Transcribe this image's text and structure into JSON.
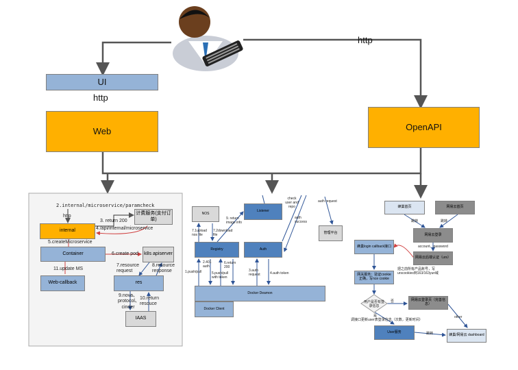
{
  "top": {
    "ui": "UI",
    "http_left": "http",
    "web": "Web",
    "http_right": "http",
    "openapi": "OpenAPI"
  },
  "left": {
    "paramcheck": "2.internal/microservice/paramcheck",
    "http": "http",
    "internal": "internal",
    "billing": "计费服务(支付订单)",
    "return200": "3. return 200",
    "api": "4./api/internal/microservice",
    "create_ms": "5.createMicroservice",
    "container": "Container",
    "create_pod": "6.create pod",
    "k8s": "k8s apiserver",
    "update_ms": "11.update MS",
    "web_callback": "Web-callback",
    "res": "res",
    "res_req": "7.resource request",
    "res_resp": "8.resource response",
    "nova": "9.nova、protocol、cinder",
    "return_res": "10.return resouce",
    "iaas": "IAAS"
  },
  "middle": {
    "nos": "NOS",
    "listener": "Listener",
    "registry": "Registry",
    "auth": "Auth",
    "daemon": "Docker Deamon",
    "client": "Docker Client",
    "admin": "管理平台",
    "check": "check user and repo",
    "auth_success": "auth success",
    "auth_request": "auth request",
    "upload": "7.1upload nos file",
    "download": "7.2download file",
    "image_info": "9. return image info",
    "push_pull": "1.push/pull",
    "auth401": "2.401 auth",
    "push_token": "5.push/pull with token",
    "return200": "6.return 200",
    "auth_req3": "3.auth request",
    "auth_token": "4.auth token"
  },
  "right": {
    "fc_home": "蜂巢首页",
    "wy_home": "网易云首页",
    "jump1": "跳转",
    "jump2": "跳转",
    "wy_login": "网易云登录",
    "account": "account、password",
    "urs": "网易云后端认证（urs）",
    "callback": "蜂巢login callback接口",
    "write_cookie": "把之前所有产品账号，写urscookies到163/163yun域",
    "gateway": "网关服务：验证cookie正确，写nce cookie",
    "decision": "用户是否有登录信息",
    "no": "否",
    "yes": "是",
    "update_user": "调接口更新user表登录信息（次数，更新时间）",
    "wy_complete": "网易云登录页（完善信息）",
    "other": "other",
    "user_svc": "User服务",
    "jump3": "跳转",
    "dashboard": "蜂巢/网易云 dashboard"
  }
}
